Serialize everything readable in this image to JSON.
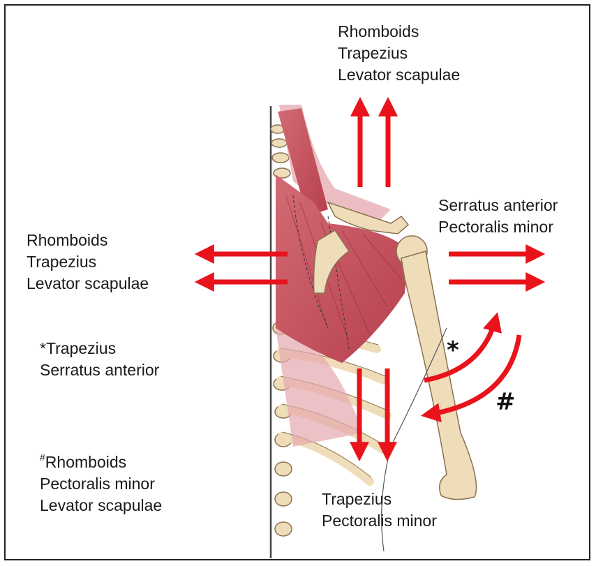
{
  "labels": {
    "elevation": [
      "Rhomboids",
      "Trapezius",
      "Levator scapulae"
    ],
    "retraction": [
      "Rhomboids",
      "Trapezius",
      "Levator scapulae"
    ],
    "protraction": [
      "Serratus anterior",
      "Pectoralis minor"
    ],
    "depression": [
      "Trapezius",
      "Pectoralis minor"
    ],
    "upward_rotation": [
      "*Trapezius",
      "Serratus anterior"
    ],
    "downward_rotation": {
      "marker": "#",
      "items": [
        "Rhomboids",
        "Pectoralis minor",
        "Levator scapulae"
      ]
    }
  },
  "markers": {
    "upward": "*",
    "downward": "#"
  },
  "colors": {
    "arrow": "#e8131b",
    "muscle": "#c24a56",
    "bone": "#efdcb8",
    "bone_outline": "#8a7250"
  }
}
